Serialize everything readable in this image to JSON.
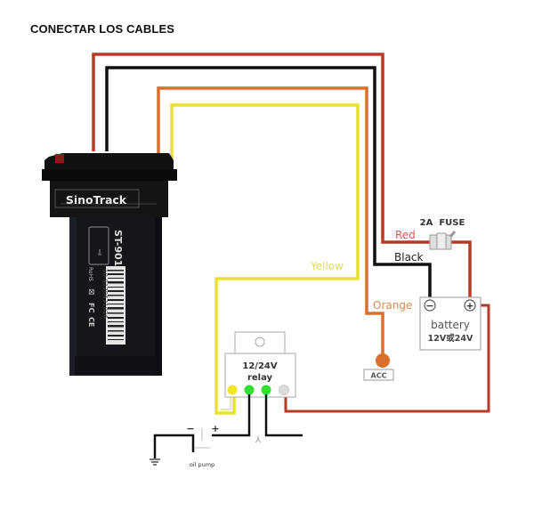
{
  "title": "CONECTAR LOS CABLES",
  "device": {
    "brand": "SinoTrack",
    "model": "ST-901",
    "serial": "10-9170631826",
    "marks": [
      "RoHS",
      "FC",
      "CE"
    ]
  },
  "wires": {
    "red": {
      "label": "Red",
      "color": "#b63a26"
    },
    "black": {
      "label": "Black",
      "color": "#111111"
    },
    "orange": {
      "label": "Orange",
      "color": "#d86f2a"
    },
    "yellow": {
      "label": "Yellow",
      "color": "#e9e22a"
    }
  },
  "fuse": {
    "label": "2A  FUSE"
  },
  "battery": {
    "label": "battery",
    "voltage": "12V或24V",
    "minus": "−",
    "plus": "+"
  },
  "acc": {
    "label": "ACC"
  },
  "relay": {
    "voltage": "12/24V",
    "label": "relay",
    "pin_colors": [
      "#f2e52b",
      "#2fe02f",
      "#2fe02f",
      "#dcdcdc"
    ]
  },
  "pump": {
    "label": "oil pump",
    "minus": "−",
    "plus": "+"
  }
}
